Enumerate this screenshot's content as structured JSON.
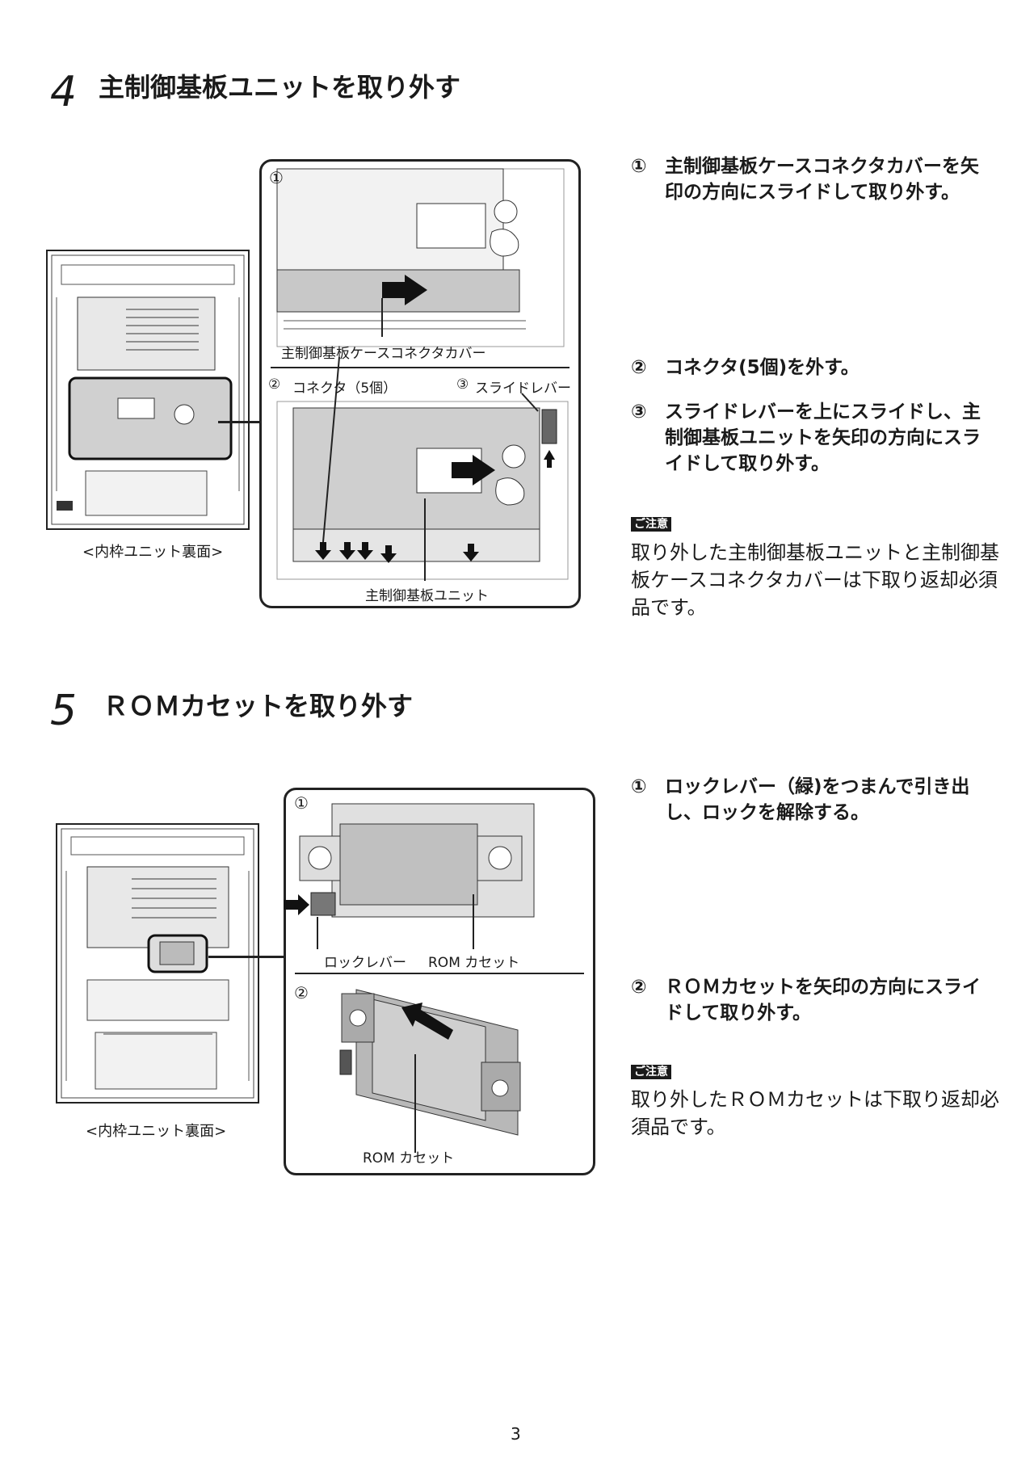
{
  "section4": {
    "number": "4",
    "title": "主制御基板ユニットを取り外す",
    "steps": [
      {
        "num": "①",
        "text": "主制御基板ケースコネクタカバーを矢印の方向にスライドして取り外す。"
      },
      {
        "num": "②",
        "text": "コネクタ(5個)を外す。"
      },
      {
        "num": "③",
        "text": "スライドレバーを上にスライドし、主制御基板ユニットを矢印の方向にスライドして取り外す。"
      }
    ],
    "note_label": "ご注意",
    "note_text": "取り外した主制御基板ユニットと主制御基板ケースコネクタカバーは下取り返却必須品です。",
    "figure": {
      "caption": "<内枠ユニット裏面>",
      "panel1_num": "①",
      "panel1_label": "主制御基板ケースコネクタカバー",
      "panel2_num": "②",
      "panel2_label_connector": "コネクタ（5個）",
      "panel3_num": "③",
      "panel2_label_lever": "スライドレバー",
      "panel2_label_unit": "主制御基板ユニット"
    }
  },
  "section5": {
    "number": "5",
    "title": "ＲＯＭカセットを取り外す",
    "steps": [
      {
        "num": "①",
        "text": "ロックレバー（緑)をつまんで引き出し、ロックを解除する。"
      },
      {
        "num": "②",
        "text": "ＲＯＭカセットを矢印の方向にスライドして取り外す。"
      }
    ],
    "note_label": "ご注意",
    "note_text": "取り外したＲＯＭカセットは下取り返却必須品です。",
    "figure": {
      "caption": "<内枠ユニット裏面>",
      "panel1_num": "①",
      "panel1_label_lever": "ロックレバー",
      "panel1_label_rom": "ROM カセット",
      "panel2_num": "②",
      "panel2_label_rom": "ROM カセット"
    }
  },
  "page_number": "3"
}
